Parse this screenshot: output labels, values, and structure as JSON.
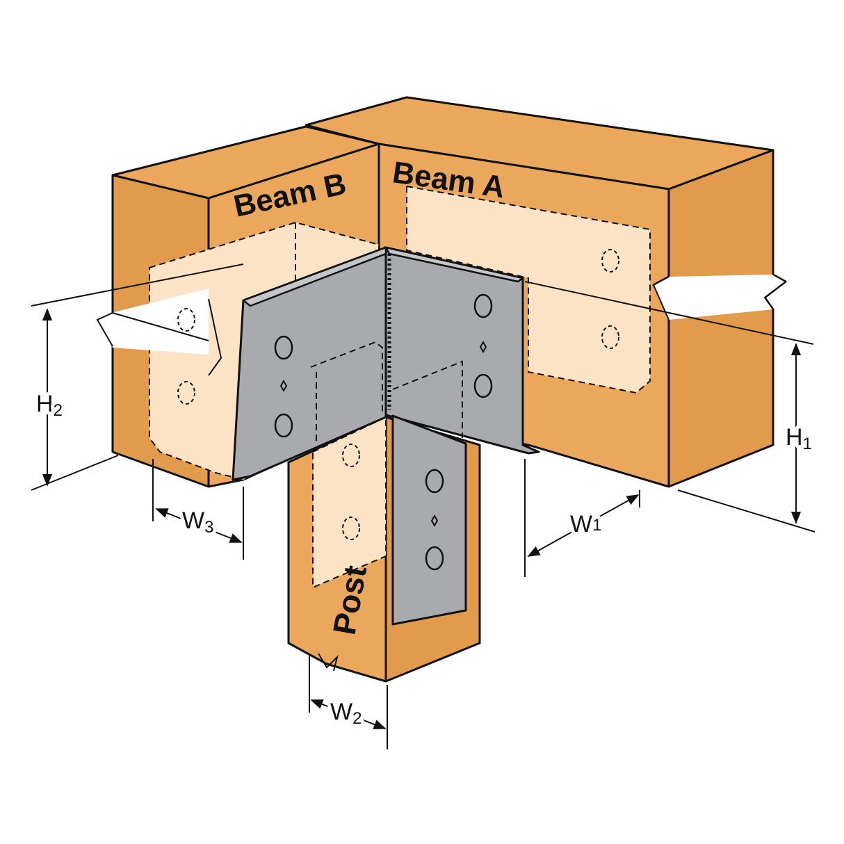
{
  "labels": {
    "beam_a": "Beam A",
    "beam_b": "Beam B",
    "post": "Post"
  },
  "dimensions": [
    {
      "id": "H1",
      "letter": "H",
      "sub": "1"
    },
    {
      "id": "H2",
      "letter": "H",
      "sub": "2"
    },
    {
      "id": "W1",
      "letter": "W",
      "sub": "1"
    },
    {
      "id": "W2",
      "letter": "W",
      "sub": "2"
    },
    {
      "id": "W3",
      "letter": "W",
      "sub": "3"
    }
  ],
  "colors": {
    "wood": "#EBA85C",
    "hidden_area": "#FCE3C5",
    "steel": "#A8AAAD",
    "line": "#111111"
  }
}
